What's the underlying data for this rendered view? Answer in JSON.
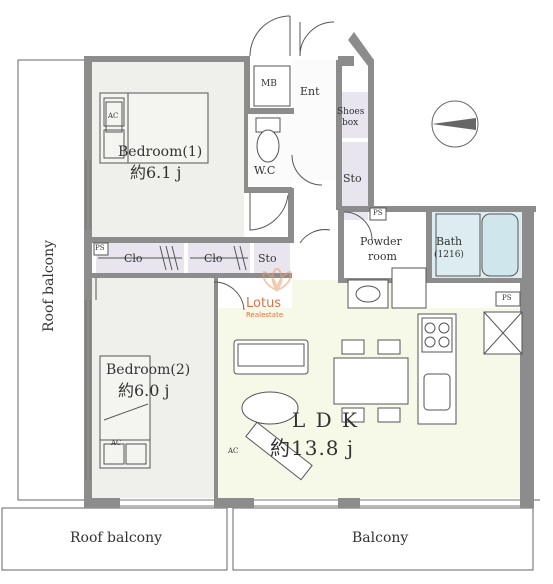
{
  "rooms": {
    "bedroom1": {
      "name": "Bedroom(1)",
      "size": "約6.1 j"
    },
    "bedroom2": {
      "name": "Bedroom(2)",
      "size": "約6.0 j"
    },
    "ldk": {
      "name": "L D K",
      "size": "約13.8 j"
    },
    "wc": "W.C",
    "powder": "Powder",
    "powder2": "room",
    "bath": "Bath",
    "bath_size": "(1216)",
    "ent": "Ent",
    "mb": "MB",
    "shoes1": "Shoes",
    "shoes2": "box",
    "sto_upper": "Sto",
    "sto_lower": "Sto",
    "clo1": "Clo",
    "clo2": "Clo",
    "ps_left": "PS",
    "ps_mid": "PS",
    "ps_right": "PS",
    "ac": "AC"
  },
  "balconies": {
    "roof_left": "Roof balcony",
    "roof_bottom": "Roof balcony",
    "main": "Balcony"
  },
  "watermark": {
    "brand": "Lotus",
    "sub": "Realestate"
  },
  "colors": {
    "wall": "#8c8c8c",
    "bedroom_floor": "#efefeb",
    "ldk_floor": "#f7f9e8",
    "closet_floor": "#e8e5ef",
    "bath_floor": "#dcecf0",
    "outline": "#555555"
  }
}
